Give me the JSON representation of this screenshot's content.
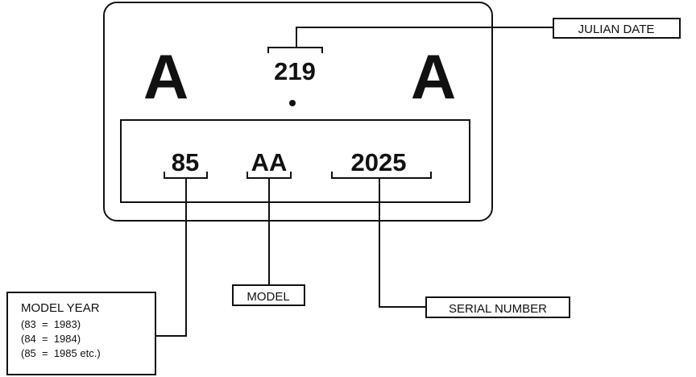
{
  "plate": {
    "left_letter": "A",
    "right_letter": "A",
    "julian_date_value": "219",
    "model_year_value": "85",
    "model_value": "AA",
    "serial_value": "2025"
  },
  "callouts": {
    "julian_date": "JULIAN DATE",
    "model": "MODEL",
    "serial_number": "SERIAL NUMBER",
    "model_year": {
      "title": "MODEL YEAR",
      "lines": [
        "(83  =  1983)",
        "(84  =  1984)",
        "(85  =  1985 etc.)"
      ]
    }
  }
}
